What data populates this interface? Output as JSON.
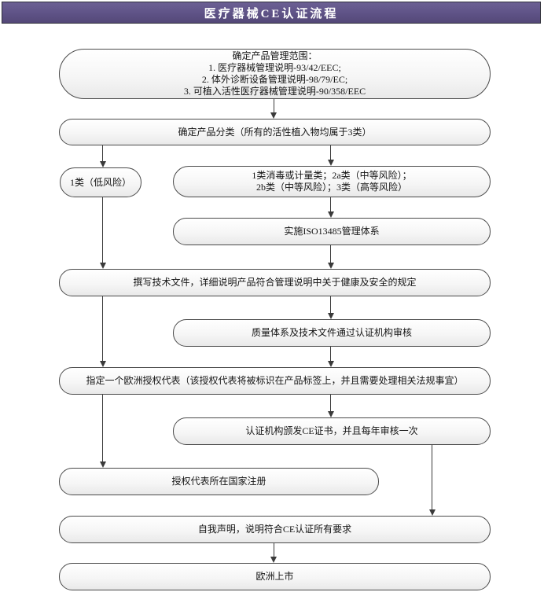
{
  "header": {
    "title": "医疗器械CE认证流程"
  },
  "flowchart": {
    "nodes": {
      "scope": {
        "lines": [
          "确定产品管理范围：",
          "1. 医疗器械管理说明-93/42/EEC;",
          "2. 体外诊断设备管理说明-98/79/EC;",
          "3. 可植入活性医疗器械管理说明-90/358/EEC"
        ]
      },
      "classify": {
        "text": "确定产品分类（所有的活性植入物均属于3类）"
      },
      "class1": {
        "text": "1类（低风险）"
      },
      "class_other": {
        "lines": [
          "1类消毒或计量类；2a类（中等风险）；",
          "2b类（中等风险）；3类（高等风险）"
        ]
      },
      "iso": {
        "text": "实施ISO13485管理体系"
      },
      "techfile": {
        "text": "撰写技术文件，详细说明产品符合管理说明中关于健康及安全的规定"
      },
      "audit": {
        "text": "质量体系及技术文件通过认证机构审核"
      },
      "rep": {
        "text": "指定一个欧洲授权代表（该授权代表将被标识在产品标签上，并且需要处理相关法规事宜）"
      },
      "cert": {
        "text": "认证机构颁发CE证书，并且每年审核一次"
      },
      "register": {
        "text": "授权代表所在国家注册"
      },
      "declare": {
        "text": "自我声明，说明符合CE认证所有要求"
      },
      "market": {
        "text": "欧洲上市"
      }
    }
  },
  "colors": {
    "header_bg_top": "#6c6094",
    "header_bg_bottom": "#544878",
    "header_border": "#2f2f3a",
    "header_text": "#ffffff",
    "node_border": "#4a4a4a",
    "node_fill_top": "#ffffff",
    "node_fill_bottom": "#e9e9e9",
    "connector": "#3a3a3a",
    "text": "#141414",
    "page_bg": "#ffffff"
  }
}
